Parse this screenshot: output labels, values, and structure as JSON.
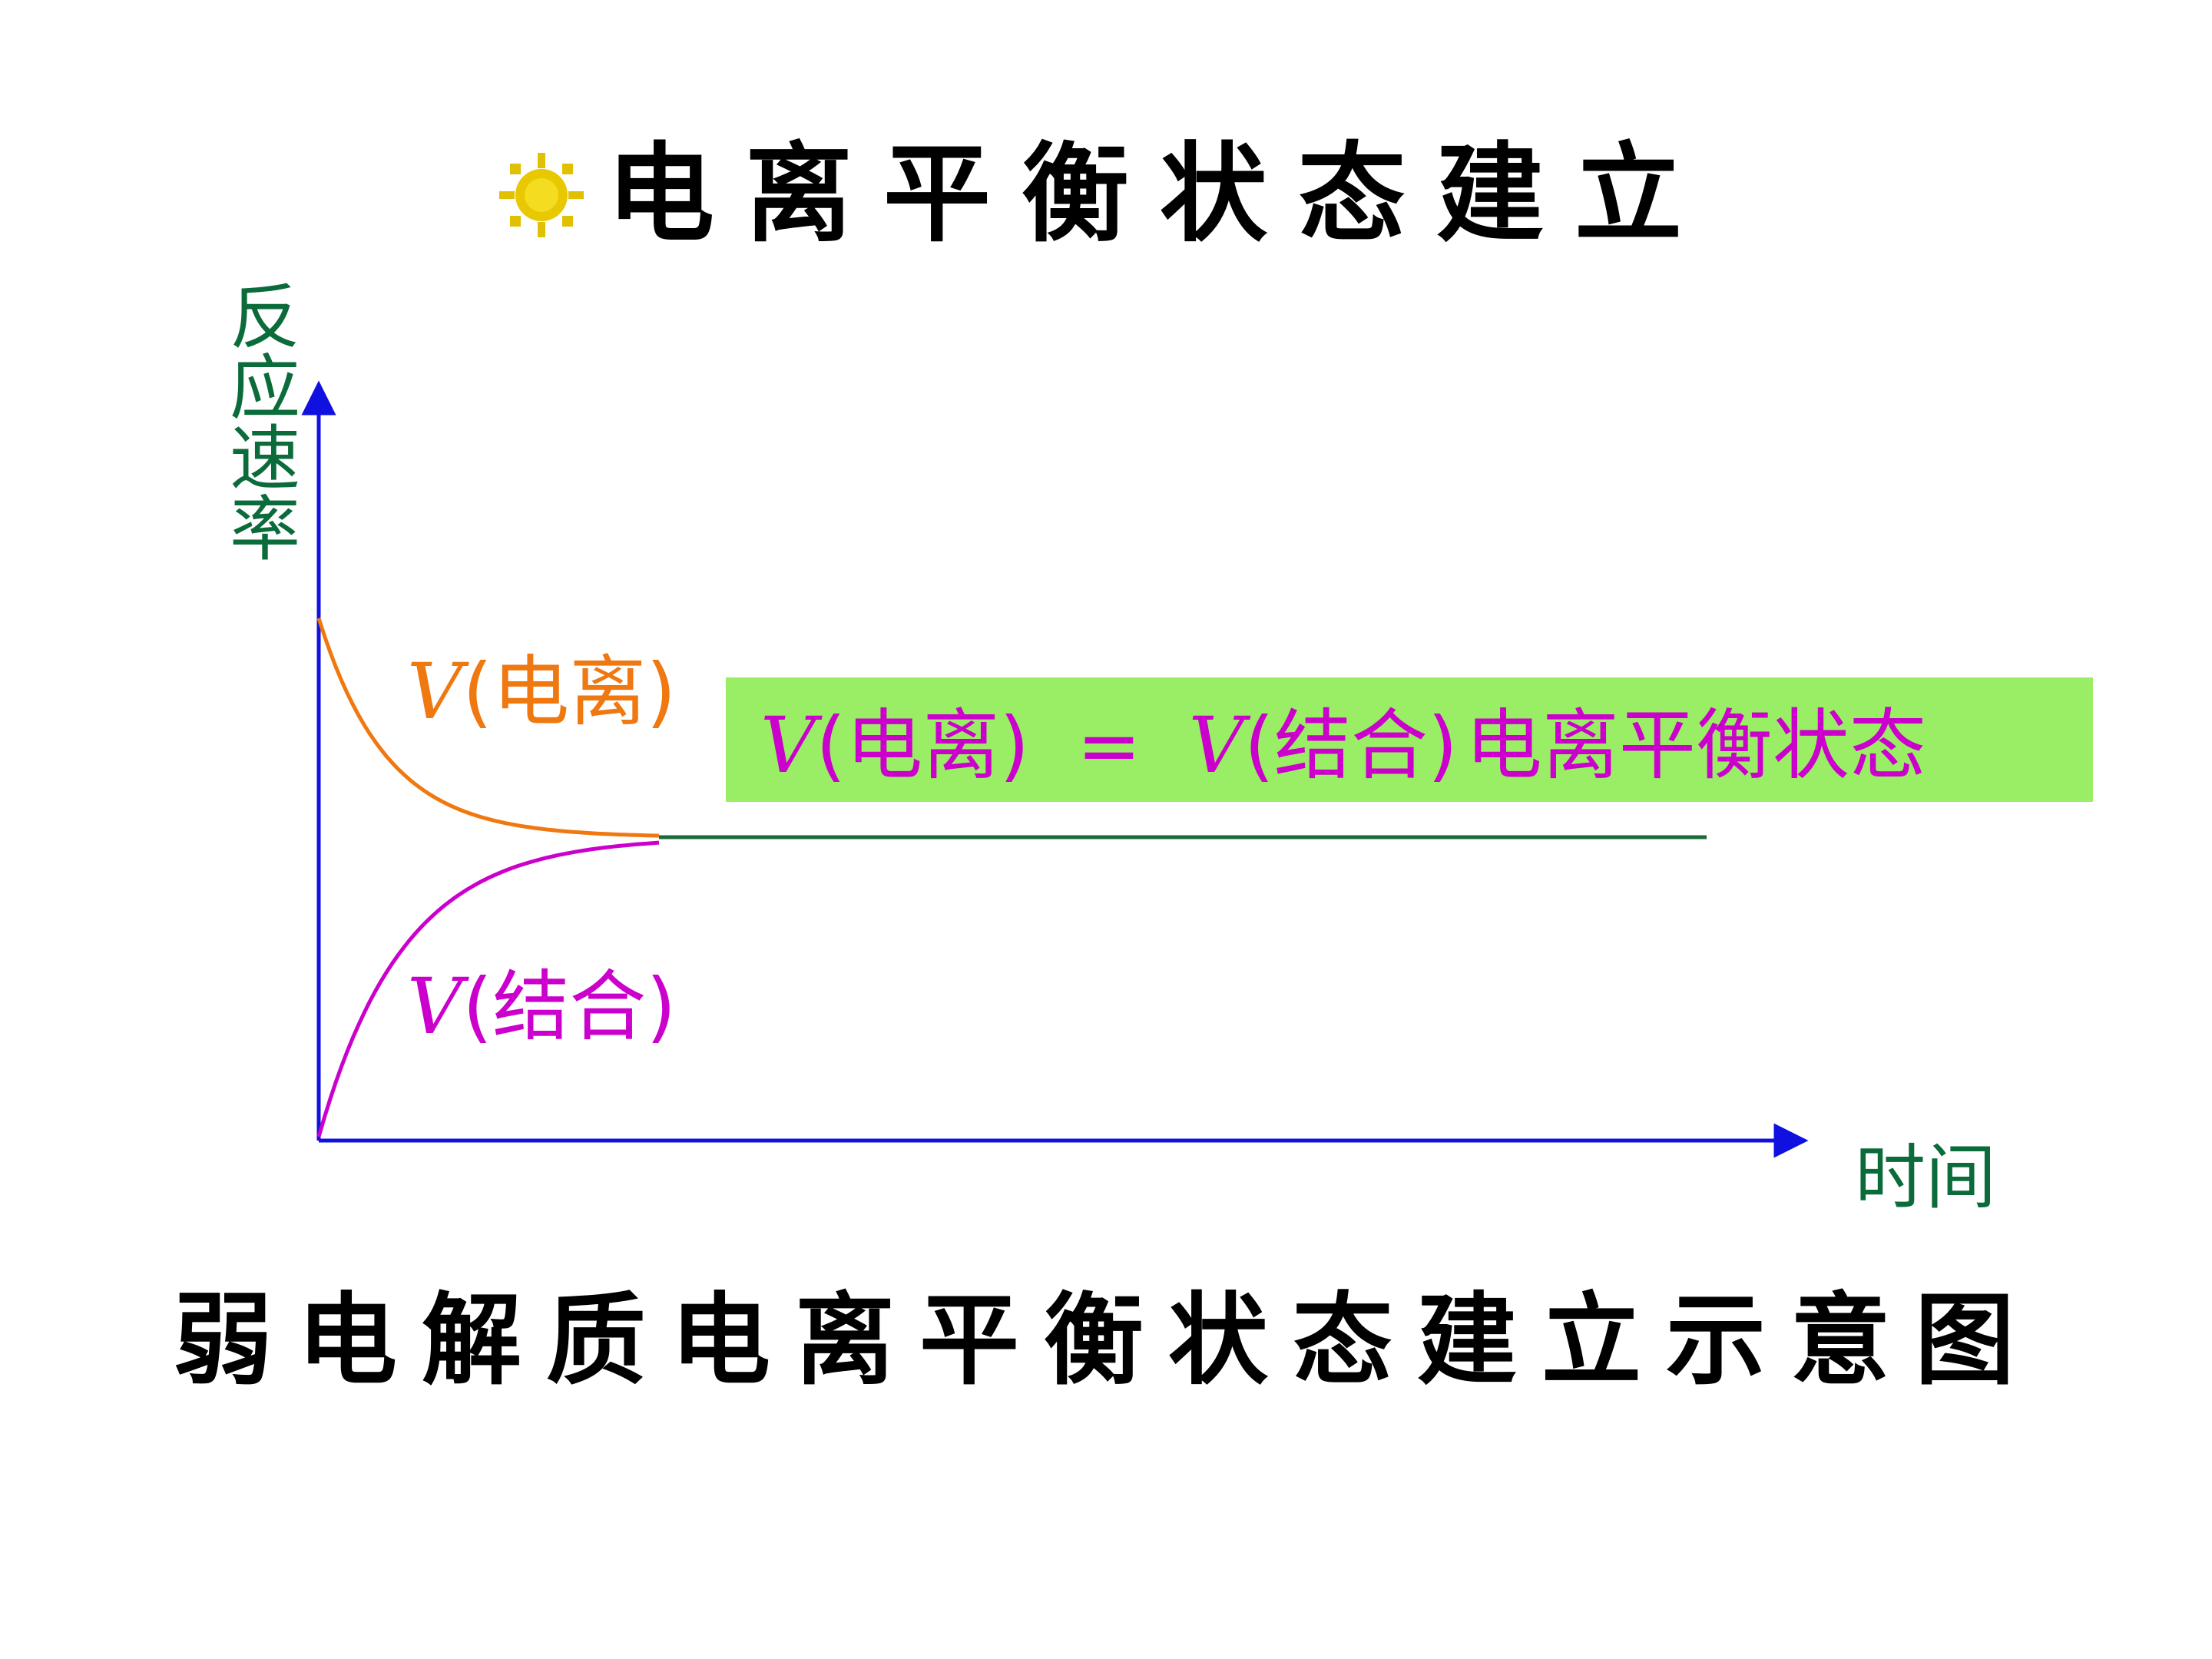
{
  "title": "电离平衡状态建立",
  "title_icon": "sun-icon",
  "caption": "弱电解质电离平衡状态建立示意图",
  "colors": {
    "axis": "#1010e0",
    "ionization": "#f07810",
    "association": "#cc00cc",
    "equilibrium": "#1a6b3a",
    "label_green": "#0b6b3a",
    "box_fill": "#99ee66"
  },
  "chart_data": {
    "type": "line",
    "ylabel": "反应速率",
    "xlabel": "时间",
    "series": [
      {
        "name": "V(电离)",
        "symbol": "V",
        "label": "(电离)",
        "trend": "decreasing to equilibrium"
      },
      {
        "name": "V(结合)",
        "symbol": "V",
        "label": "(结合)",
        "trend": "increasing to equilibrium"
      }
    ],
    "annotation": {
      "v1_symbol": "V",
      "v1_label": "(电离)",
      "eq": "=",
      "v2_symbol": "V",
      "v2_label": "(结合)",
      "state": "电离平衡状态"
    }
  }
}
